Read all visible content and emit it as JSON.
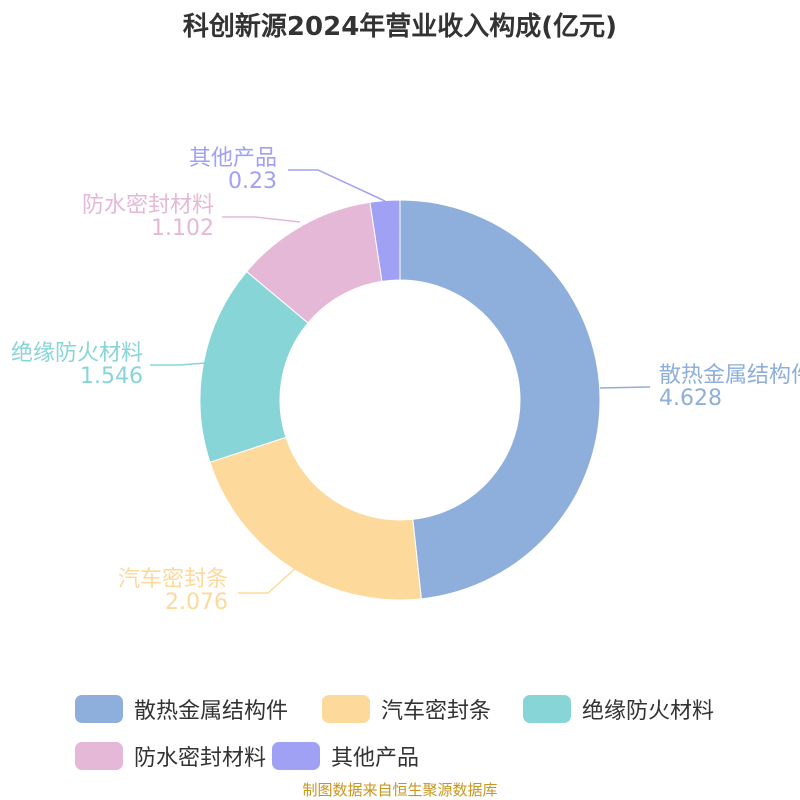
{
  "chart_data": {
    "type": "pie",
    "title": "科创新源2024年营业收入构成(亿元)",
    "unit": "亿元",
    "donut": true,
    "legend_position": "bottom",
    "slices": [
      {
        "label": "散热金属结构件",
        "value": 4.628,
        "display": "4.628",
        "color": "#8eaedb"
      },
      {
        "label": "汽车密封条",
        "value": 2.076,
        "display": "2.076",
        "color": "#fdd99b"
      },
      {
        "label": "绝缘防火材料",
        "value": 1.546,
        "display": "1.546",
        "color": "#88d5d8"
      },
      {
        "label": "防水密封材料",
        "value": 1.102,
        "display": "1.102",
        "color": "#e6b8d7"
      },
      {
        "label": "其他产品",
        "value": 0.23,
        "display": "0.23",
        "color": "#a0a0f4"
      }
    ]
  },
  "footer": "制图数据来自恒生聚源数据库"
}
